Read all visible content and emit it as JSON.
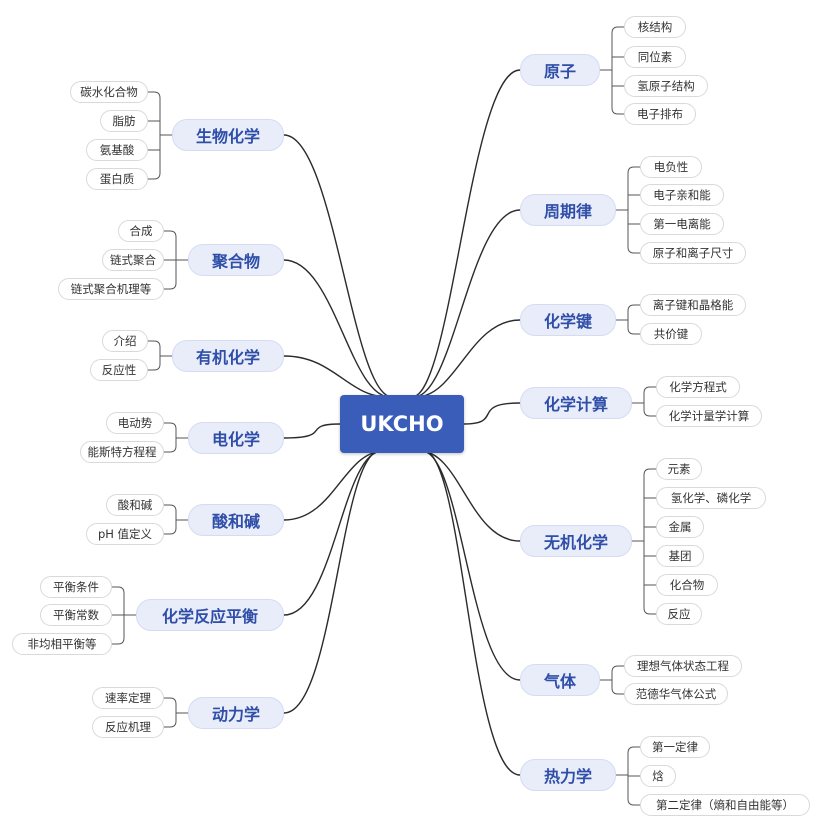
{
  "root": "UKCHO",
  "right": [
    {
      "label": "原子",
      "children": [
        "核结构",
        "同位素",
        "氢原子结构",
        "电子排布"
      ]
    },
    {
      "label": "周期律",
      "children": [
        "电负性",
        "电子亲和能",
        "第一电离能",
        "原子和离子尺寸"
      ]
    },
    {
      "label": "化学键",
      "children": [
        "离子键和晶格能",
        "共价键"
      ]
    },
    {
      "label": "化学计算",
      "children": [
        "化学方程式",
        "化学计量学计算"
      ]
    },
    {
      "label": "无机化学",
      "children": [
        "元素",
        "氢化学、磷化学",
        "金属",
        "基团",
        "化合物",
        "反应"
      ]
    },
    {
      "label": "气体",
      "children": [
        "理想气体状态工程",
        "范德华气体公式"
      ]
    },
    {
      "label": "热力学",
      "children": [
        "第一定律",
        "焓",
        "第二定律（熵和自由能等）"
      ]
    }
  ],
  "left": [
    {
      "label": "生物化学",
      "children": [
        "碳水化合物",
        "脂肪",
        "氨基酸",
        "蛋白质"
      ]
    },
    {
      "label": "聚合物",
      "children": [
        "合成",
        "链式聚合",
        "链式聚合机理等"
      ]
    },
    {
      "label": "有机化学",
      "children": [
        "介绍",
        "反应性"
      ]
    },
    {
      "label": "电化学",
      "children": [
        "电动势",
        "能斯特方程程"
      ]
    },
    {
      "label": "酸和碱",
      "children": [
        "酸和碱",
        "pH 值定义"
      ]
    },
    {
      "label": "化学反应平衡",
      "children": [
        "平衡条件",
        "平衡常数",
        "非均相平衡等"
      ]
    },
    {
      "label": "动力学",
      "children": [
        "速率定理",
        "反应机理"
      ]
    }
  ]
}
